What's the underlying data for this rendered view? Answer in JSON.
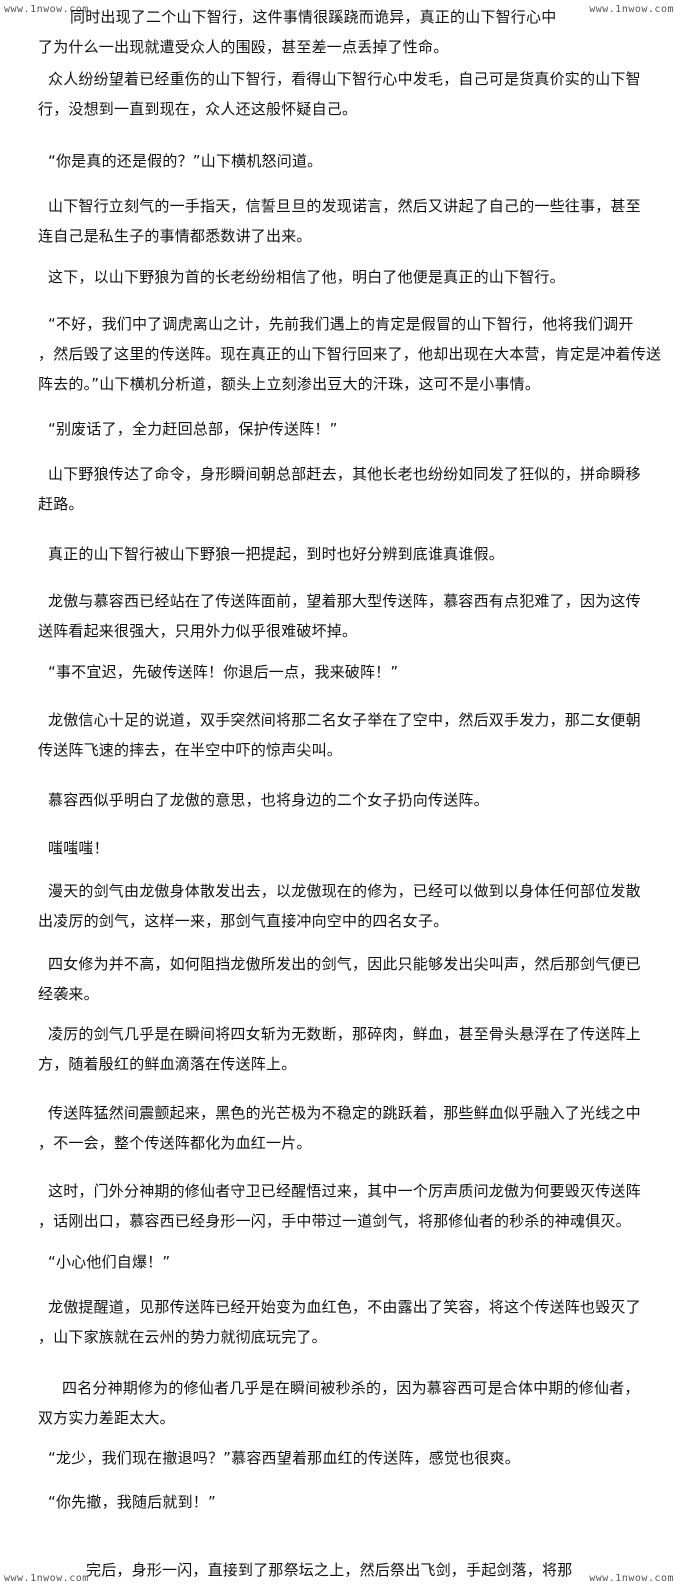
{
  "watermarks": {
    "top_left": "www.1nwow.com",
    "top_right": "www.1nwow.com",
    "bottom_left": "www.1nwow.com",
    "bottom_right": "www.1nwow.com"
  },
  "paragraphs": [
    {
      "lines": [
        "同时出现了二个山下智行，这件事情很蹊跷而诡异，真正的山下智行心中",
        "了为什么一出现就遭受众人的围殴，甚至差一点丢掉了性命。"
      ]
    },
    {
      "lines": [
        "众人纷纷望着已经重伤的山下智行，看得山下智行心中发毛，自己可是货真价实的山下智",
        "行，没想到一直到现在，众人还这般怀疑自己。"
      ]
    },
    {
      "lines": [
        "“你是真的还是假的？”山下横机怒问道。"
      ]
    },
    {
      "lines": [
        "山下智行立刻气的一手指天，信誓旦旦的发现诺言，然后又讲起了自己的一些往事，甚至",
        "连自己是私生子的事情都悉数讲了出来。"
      ]
    },
    {
      "lines": [
        "这下，以山下野狼为首的长老纷纷相信了他，明白了他便是真正的山下智行。"
      ]
    },
    {
      "lines": [
        "“不好，我们中了调虎离山之计，先前我们遇上的肯定是假冒的山下智行，他将我们调开",
        "，然后毁了这里的传送阵。现在真正的山下智行回来了，他却出现在大本营，肯定是冲着传送",
        "阵去的。”山下横机分析道，额头上立刻渗出豆大的汗珠，这可不是小事情。"
      ]
    },
    {
      "lines": [
        "“别废话了，全力赶回总部，保护传送阵！”"
      ]
    },
    {
      "lines": [
        "山下野狼传达了命令，身形瞬间朝总部赶去，其他长老也纷纷如同发了狂似的，拼命瞬移",
        "赶路。"
      ]
    },
    {
      "lines": [
        "真正的山下智行被山下野狼一把提起，到时也好分辨到底谁真谁假。"
      ]
    },
    {
      "lines": [
        "龙傲与慕容西已经站在了传送阵面前，望着那大型传送阵，慕容西有点犯难了，因为这传",
        "送阵看起来很强大，只用外力似乎很难破坏掉。"
      ]
    },
    {
      "lines": [
        "“事不宜迟，先破传送阵！你退后一点，我来破阵！”"
      ]
    },
    {
      "lines": [
        "龙傲信心十足的说道，双手突然间将那二名女子举在了空中，然后双手发力，那二女便朝",
        "传送阵飞速的摔去，在半空中吓的惊声尖叫。"
      ]
    },
    {
      "lines": [
        "慕容西似乎明白了龙傲的意思，也将身边的二个女子扔向传送阵。"
      ]
    },
    {
      "lines": [
        "嗤嗤嗤！"
      ]
    },
    {
      "lines": [
        "漫天的剑气由龙傲身体散发出去，以龙傲现在的修为，已经可以做到以身体任何部位发散",
        "出凌厉的剑气，这样一来，那剑气直接冲向空中的四名女子。"
      ]
    },
    {
      "lines": [
        "四女修为并不高，如何阻挡龙傲所发出的剑气，因此只能够发出尖叫声，然后那剑气便已",
        "经袭来。"
      ]
    },
    {
      "lines": [
        "凌厉的剑气几乎是在瞬间将四女斩为无数断，那碎肉，鲜血，甚至骨头悬浮在了传送阵上",
        "方，随着殷红的鲜血滴落在传送阵上。"
      ]
    },
    {
      "lines": [
        "传送阵猛然间震颤起来，黑色的光芒极为不稳定的跳跃着，那些鲜血似乎融入了光线之中",
        "，不一会，整个传送阵都化为血红一片。"
      ]
    },
    {
      "lines": [
        "这时，门外分神期的修仙者守卫已经醒悟过来，其中一个厉声质问龙傲为何要毁灭传送阵",
        "，话刚出口，慕容西已经身形一闪，手中带过一道剑气，将那修仙者的秒杀的神魂俱灭。"
      ]
    },
    {
      "lines": [
        "“小心他们自爆！”"
      ]
    },
    {
      "lines": [
        "龙傲提醒道，见那传送阵已经开始变为血红色，不由露出了笑容，将这个传送阵也毁灭了",
        "，山下家族就在云州的势力就彻底玩完了。"
      ]
    },
    {
      "lines": [
        "四名分神期修为的修仙者几乎是在瞬间被秒杀的，因为慕容西可是合体中期的修仙者，",
        "双方实力差距太大。"
      ]
    },
    {
      "lines": [
        "“龙少，我们现在撤退吗？”慕容西望着那血红的传送阵，感觉也很爽。"
      ]
    },
    {
      "lines": [
        "“你先撤，我随后就到！”"
      ]
    },
    {
      "lines": [
        "完后，身形一闪，直接到了那祭坛之上，然后祭出飞剑，手起剑落，将那"
      ]
    }
  ]
}
